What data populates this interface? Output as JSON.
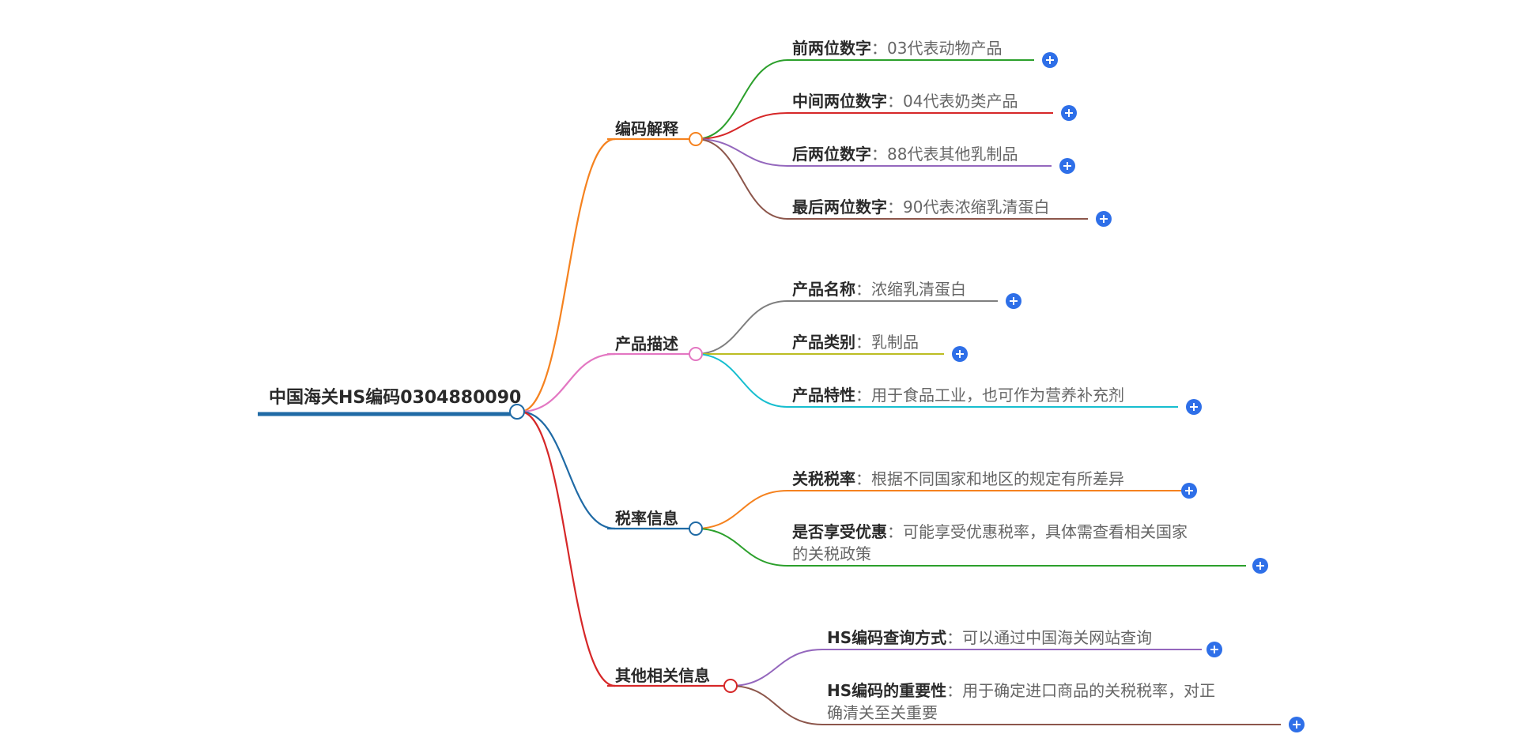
{
  "root": {
    "label": "中国海关HS编码0304880090",
    "color": "#1f6aa5"
  },
  "expand_button_color": "#2e6fe8",
  "branches": [
    {
      "label": "编码解释",
      "color": "#f5821f",
      "leaves": [
        {
          "key": "前两位数字",
          "value": "03代表动物产品",
          "color": "#2ca02c"
        },
        {
          "key": "中间两位数字",
          "value": "04代表奶类产品",
          "color": "#d62728"
        },
        {
          "key": "后两位数字",
          "value": "88代表其他乳制品",
          "color": "#9467bd"
        },
        {
          "key": "最后两位数字",
          "value": "90代表浓缩乳清蛋白",
          "color": "#8c564b"
        }
      ]
    },
    {
      "label": "产品描述",
      "color": "#e377c2",
      "leaves": [
        {
          "key": "产品名称",
          "value": "浓缩乳清蛋白",
          "color": "#7f7f7f"
        },
        {
          "key": "产品类别",
          "value": "乳制品",
          "color": "#bcbd22"
        },
        {
          "key": "产品特性",
          "value": "用于食品工业，也可作为营养补充剂",
          "color": "#17becf"
        }
      ]
    },
    {
      "label": "税率信息",
      "color": "#1f6aa5",
      "leaves": [
        {
          "key": "关税税率",
          "value": "根据不同国家和地区的规定有所差异",
          "color": "#f5821f"
        },
        {
          "key": "是否享受优惠",
          "value": "可能享受优惠税率，具体需查看相关国家",
          "value2": "的关税政策",
          "color": "#2ca02c"
        }
      ]
    },
    {
      "label": "其他相关信息",
      "color": "#d62728",
      "leaves": [
        {
          "key": "HS编码查询方式",
          "value": "可以通过中国海关网站查询",
          "color": "#9467bd"
        },
        {
          "key": "HS编码的重要性",
          "value": "用于确定进口商品的关税税率，对正",
          "value2": "确清关至关重要",
          "color": "#8c564b"
        }
      ]
    }
  ]
}
